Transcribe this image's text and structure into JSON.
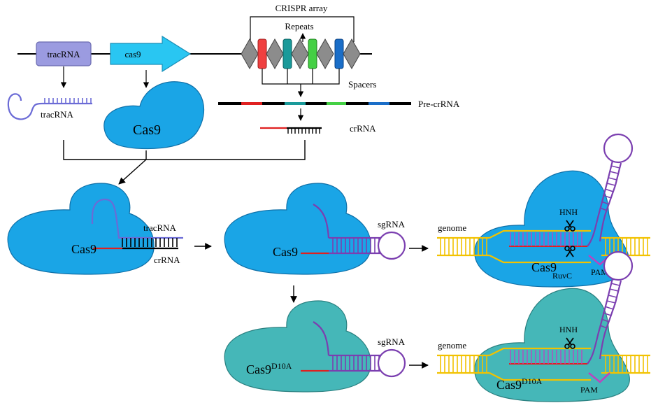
{
  "labels": {
    "crispr_array": "CRISPR array",
    "repeats": "Repeats",
    "spacers": "Spacers",
    "tracrRNA_gene": "tracRNA",
    "cas9_gene": "cas9",
    "tracrRNA": "tracRNA",
    "pre_crrna": "Pre-crRNA",
    "crrna": "crRNA",
    "cas9": "Cas9",
    "tracrRNA_complex": "tracRNA",
    "crrna_complex": "crRNA",
    "sgrna": "sgRNA",
    "genome": "genome",
    "hnh": "HNH",
    "ruvc": "RuvC",
    "pam": "PAM",
    "cas9_variant_base": "Cas9",
    "cas9_variant_sup": "D10A"
  },
  "colors": {
    "cas9_blue": "#1aa5e6",
    "cas9_variant_teal": "#45b7b8",
    "tracrRNA_box": "#9b9be0",
    "tracrRNA_strand": "#6b6bd6",
    "cas9_gene_arrow": "#29c6f2",
    "sgrna_purple": "#7b3fb0",
    "crrna_red": "#e02020",
    "genome_yellow": "#f2c200",
    "repeat_gray": "#8c8c8c",
    "spacer_red": "#f04040",
    "spacer_teal": "#1a9a9a",
    "spacer_green": "#44d044",
    "spacer_blue": "#1a6ec8",
    "pam_magenta": "#c040c0"
  },
  "icons": [
    "scissors-icon"
  ]
}
